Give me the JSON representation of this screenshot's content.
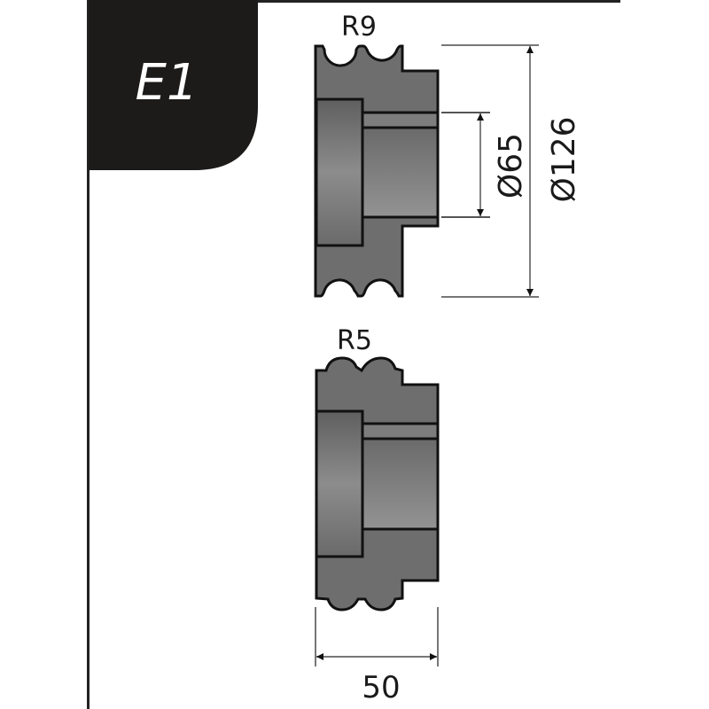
{
  "badge": {
    "label": "E1",
    "background": "#1c1b1a",
    "text_color": "#ffffff"
  },
  "rollers": [
    {
      "name": "upper roller",
      "groove_radius_label": "R9",
      "grooves": 2,
      "profile": "concave"
    },
    {
      "name": "lower roller",
      "groove_radius_label": "R5",
      "grooves": 2,
      "profile": "convex"
    }
  ],
  "dimensions": {
    "bore_diameter": "Ø65",
    "outer_diameter": "Ø126",
    "width": "50"
  },
  "colors": {
    "body_dark": "#6b6b6b",
    "body_light": "#8a8a8a",
    "outline": "#111111",
    "dimension_line": "#555555"
  }
}
